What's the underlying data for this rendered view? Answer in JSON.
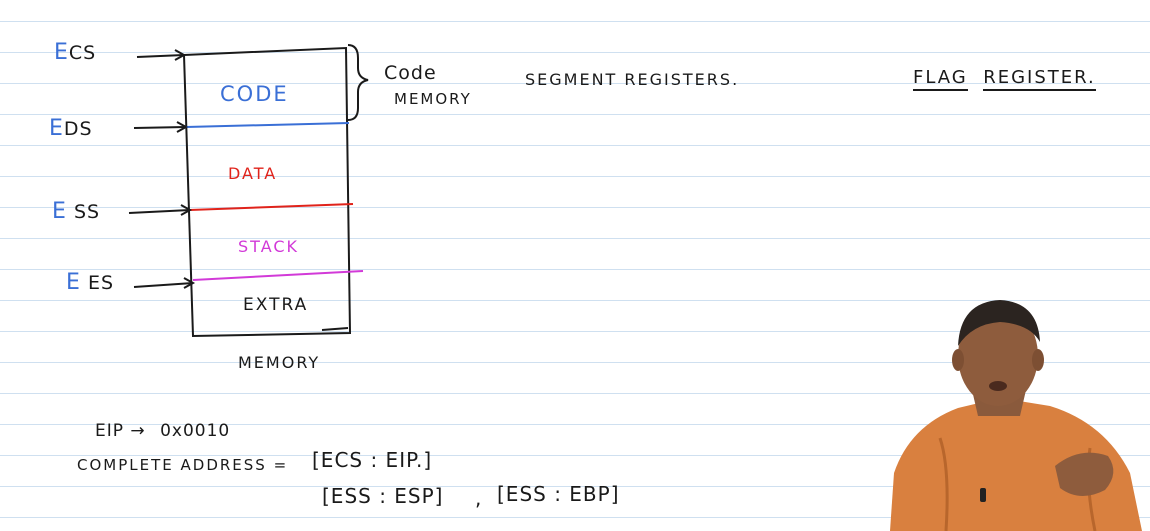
{
  "registers": {
    "cs": {
      "prefix": "E",
      "name": "CS"
    },
    "ds": {
      "prefix": "E",
      "name": "DS"
    },
    "ss": {
      "prefix": "E",
      "name": "SS"
    },
    "es": {
      "prefix": "E",
      "name": "ES"
    }
  },
  "memory_segments": {
    "code": "CODE",
    "data": "DATA",
    "stack": "STACK",
    "extra": "EXTRA"
  },
  "memory_label": "MEMORY",
  "brace_note": {
    "line1": "Code",
    "line2": "MEMORY"
  },
  "headings": {
    "segment_registers": "SEGMENT REGISTERS.",
    "flag_register_word1": "FLAG",
    "flag_register_word2": "REGISTER."
  },
  "eip_line": {
    "register": "EIP",
    "arrow": "→",
    "value": "0x0010"
  },
  "complete_address": {
    "label": "COMPLETE ADDRESS =",
    "expr1": "[ECS : EIP.]",
    "expr2": "[ESS : ESP]",
    "separator": ",",
    "expr3": "[ESS : EBP]"
  },
  "colors": {
    "ink": "#1a1a1a",
    "register_prefix": "#3a6fd6",
    "code_segment": "#3a6fd6",
    "data_segment": "#e0231b",
    "stack_segment": "#d23ad8",
    "paper_rule": "#cfe0f0"
  }
}
